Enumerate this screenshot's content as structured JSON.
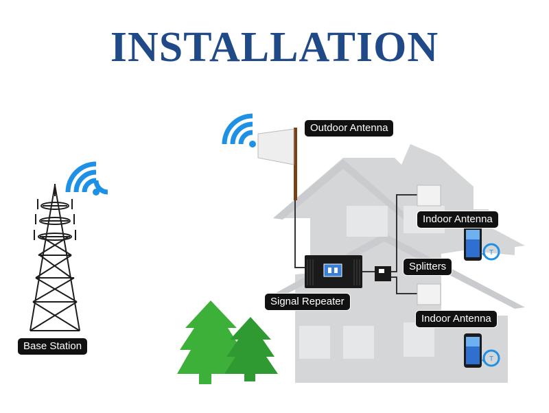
{
  "title": "INSTALLATION",
  "labels": {
    "outdoor_antenna": "Outdoor Antenna",
    "indoor_antenna_top": "Indoor Antenna",
    "splitters": "Splitters",
    "signal_repeater": "Signal Repeater",
    "indoor_antenna_bottom": "Indoor Antenna",
    "base_station": "Base Station"
  },
  "colors": {
    "title": "#1f4a87",
    "house": "#d4d6d8",
    "window": "#e6e7e8",
    "signal": "#1e90e6",
    "tree": "#3cb039",
    "cable": "#333333",
    "mast": "#7a4016",
    "label_bg": "#111111"
  },
  "icons": [
    "signal-wifi-icon",
    "cell-tower-icon",
    "smartphone-icon",
    "tree-icon"
  ]
}
